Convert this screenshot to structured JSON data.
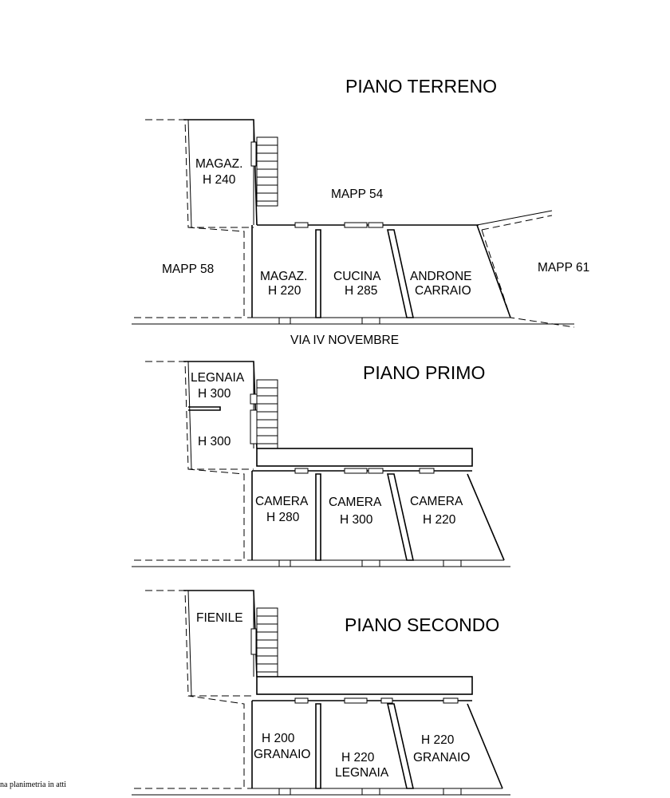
{
  "floors": {
    "ground": {
      "title": "PIANO TERRENO",
      "rooms": {
        "magaz_upper": {
          "name": "MAGAZ.",
          "height": "H 240"
        },
        "magaz_lower": {
          "name": "MAGAZ.",
          "height": "H 220"
        },
        "cucina": {
          "name": "CUCINA",
          "height": "H 285"
        },
        "androne": {
          "line1": "ANDRONE",
          "line2": "CARRAIO"
        }
      },
      "parcels": {
        "north": "MAPP 54",
        "west": "MAPP 58",
        "east": "MAPP 61"
      },
      "street": "VIA IV NOVEMBRE"
    },
    "first": {
      "title": "PIANO PRIMO",
      "rooms": {
        "legnaia": {
          "name": "LEGNAIA",
          "height": "H 300"
        },
        "back_room": {
          "height": "H 300"
        },
        "camera_1": {
          "name": "CAMERA",
          "height": "H 280"
        },
        "camera_2": {
          "name": "CAMERA",
          "height": "H 300"
        },
        "camera_3": {
          "name": "CAMERA",
          "height": "H 220"
        }
      }
    },
    "second": {
      "title": "PIANO SECONDO",
      "rooms": {
        "fienile": {
          "name": "FIENILE"
        },
        "granaio_1": {
          "height": "H 200",
          "name": "GRANAIO"
        },
        "legnaia": {
          "height": "H 220",
          "name": "LEGNAIA"
        },
        "granaio_2": {
          "height": "H 220",
          "name": "GRANAIO"
        }
      }
    }
  },
  "footer_note": "na planimetria in atti"
}
